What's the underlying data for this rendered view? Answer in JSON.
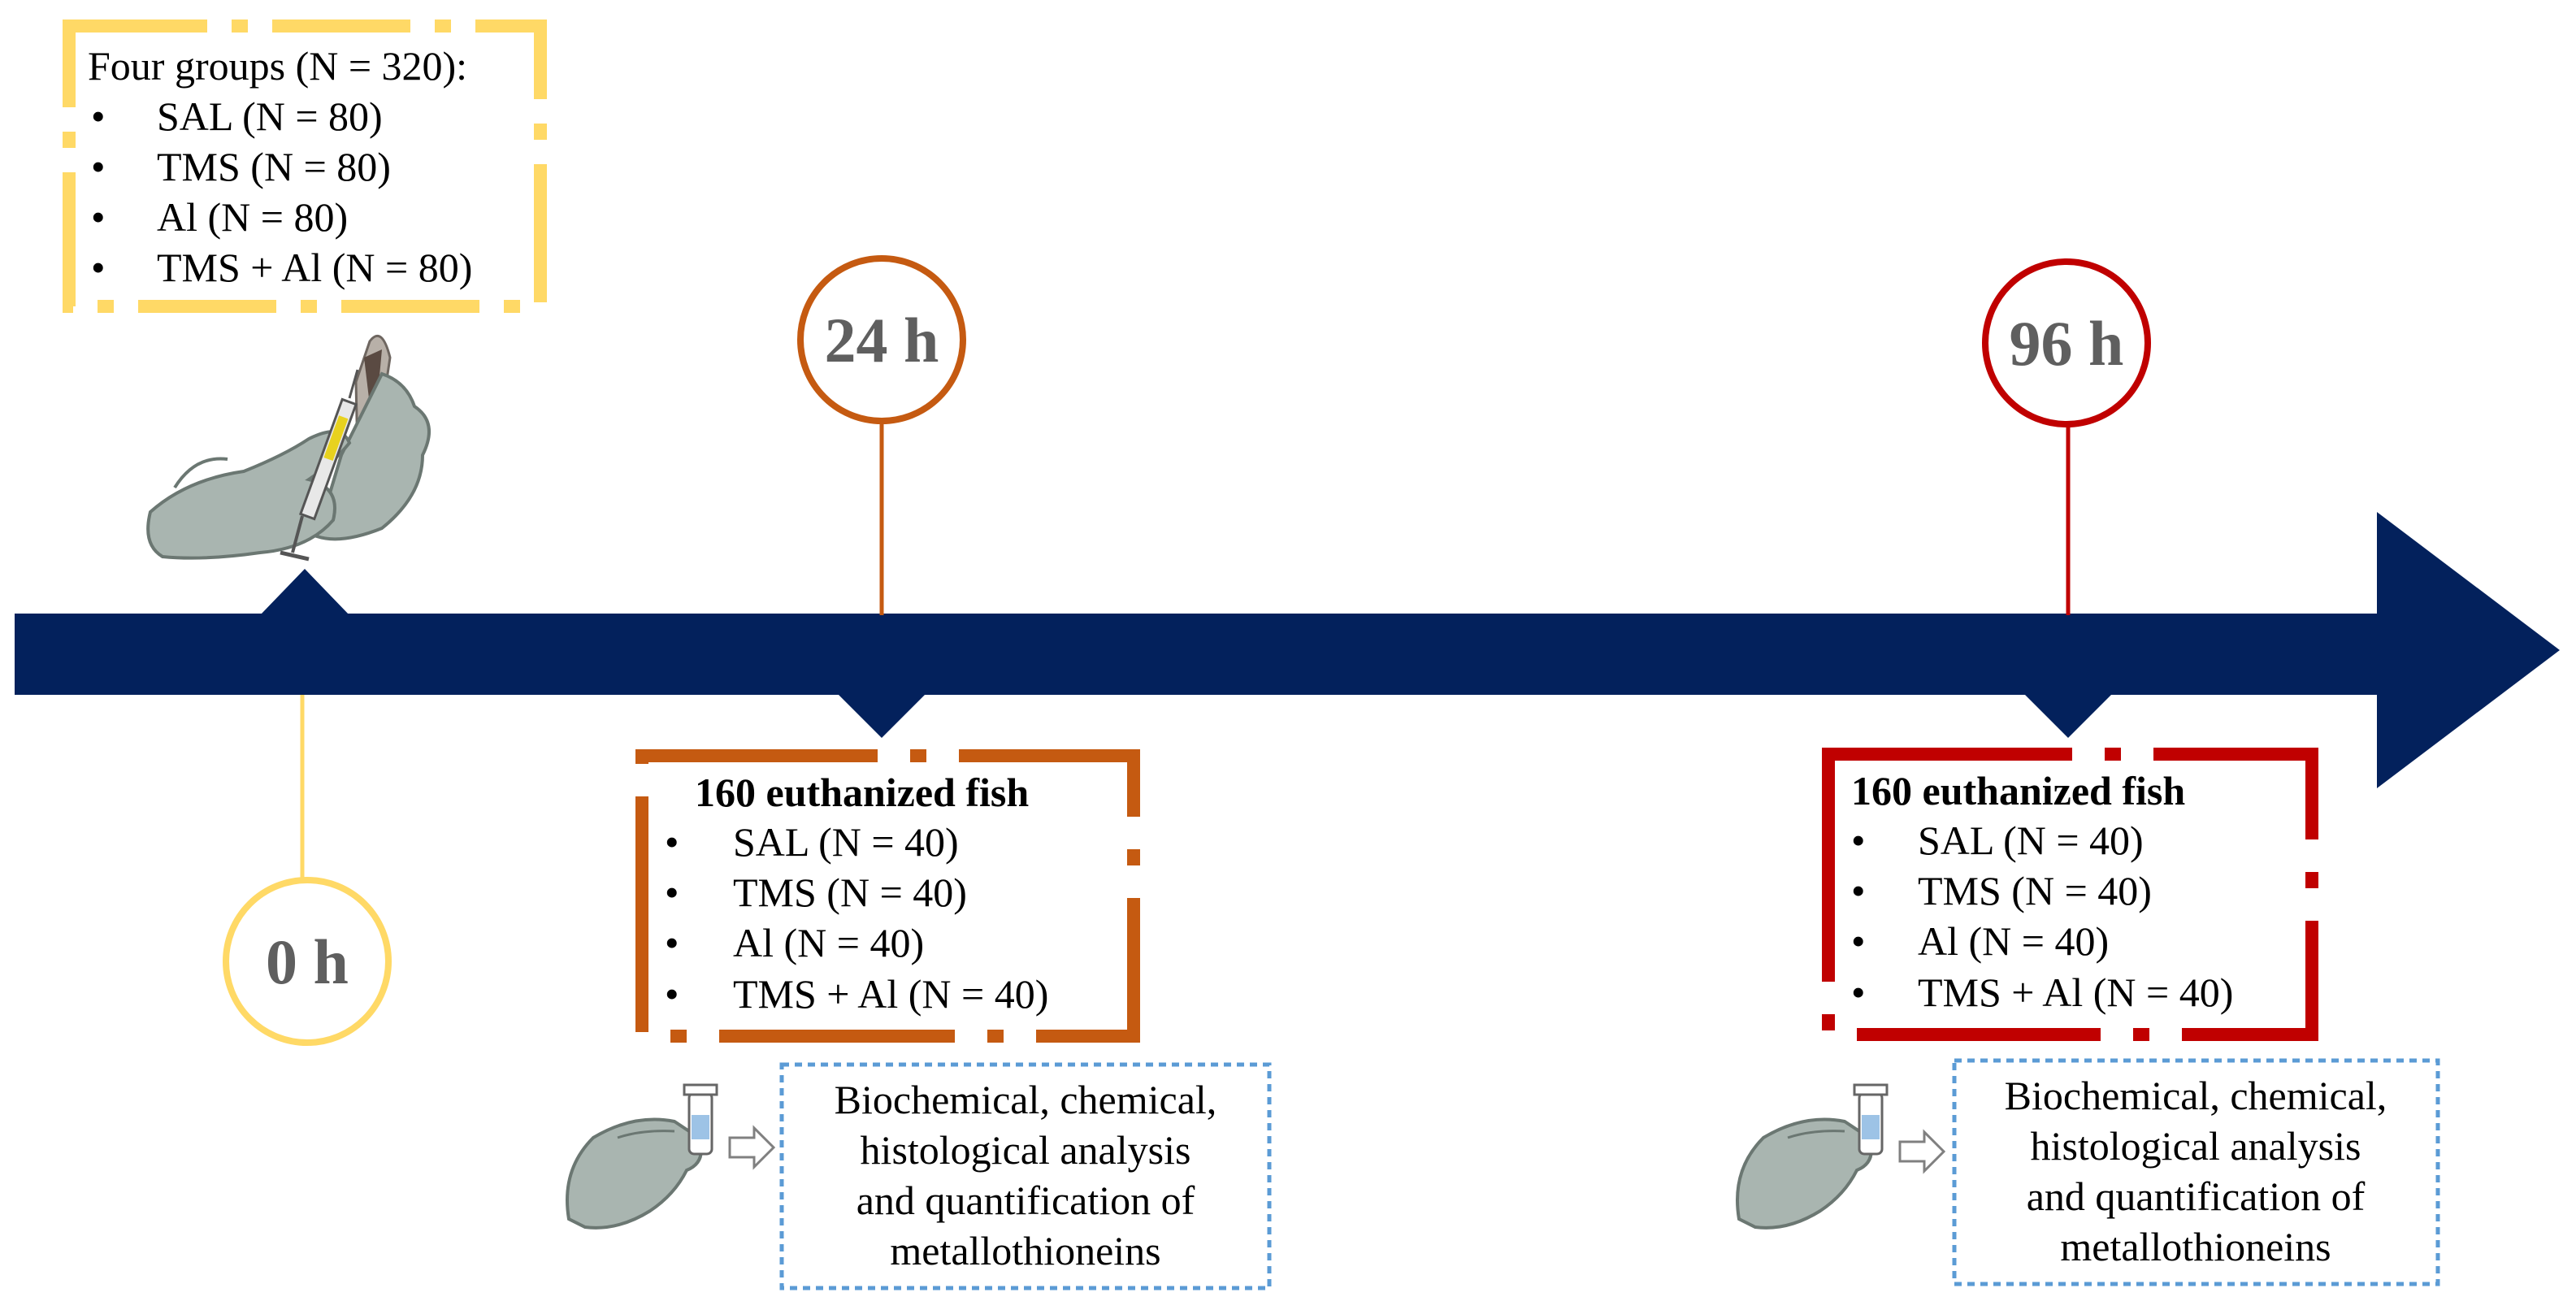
{
  "colors": {
    "timeline": "#03215c",
    "start": "#ffd966",
    "mid": "#c55a11",
    "end": "#c00000",
    "analysis_border": "#5b9bd5",
    "glove": "#a9b5b0",
    "label_text": "#5f5f5f"
  },
  "timeline": {
    "t0": "0 h",
    "t24": "24 h",
    "t96": "96 h"
  },
  "groups": {
    "title": "Four groups (N = 320):",
    "items": [
      "SAL (N = 80)",
      "TMS (N = 80)",
      "Al (N = 80)",
      "TMS + Al (N = 80)"
    ]
  },
  "sample24": {
    "title": "160 euthanized fish",
    "items": [
      "SAL (N = 40)",
      "TMS (N = 40)",
      "Al (N = 40)",
      "TMS + Al (N = 40)"
    ]
  },
  "sample96": {
    "title": "160 euthanized fish",
    "items": [
      "SAL (N = 40)",
      "TMS (N = 40)",
      "Al (N = 40)",
      "TMS + Al (N = 40)"
    ]
  },
  "analysis24": {
    "lines": [
      "Biochemical, chemical,",
      "histological analysis",
      "and  quantification of",
      "metallothioneins"
    ]
  },
  "analysis96": {
    "lines": [
      "Biochemical, chemical,",
      "histological analysis",
      "and  quantification of",
      "metallothioneins"
    ]
  },
  "bullet": "•",
  "icons": [
    "syringe-injection-icon",
    "sample-tube-hand-icon",
    "hollow-arrow-icon"
  ]
}
